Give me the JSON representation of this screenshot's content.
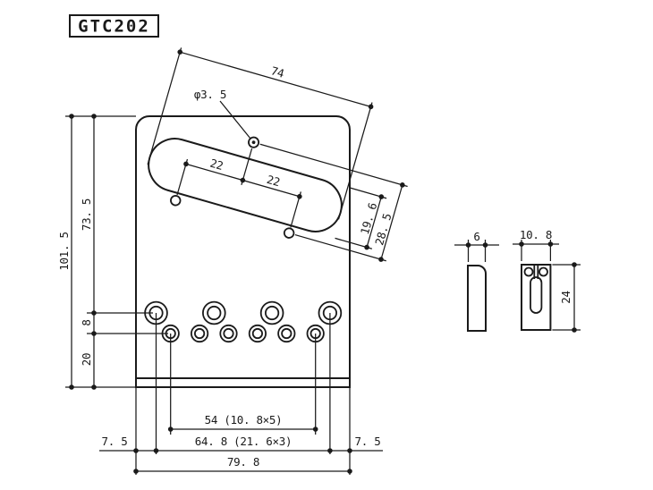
{
  "title": "GTC202",
  "colors": {
    "line": "#1a1a1a",
    "background": "#ffffff"
  },
  "plate": {
    "slot_length": "74",
    "mount_hole_dia": "φ3. 5",
    "mount_spacing_left": "22",
    "mount_spacing_right": "22",
    "slot_width": "19. 6",
    "mount_offset": "28. 5",
    "total_height": "101. 5",
    "top_to_saddle_row": "73. 5",
    "row_gap": "8",
    "row_to_bottom": "20",
    "left_margin": "7. 5",
    "string_hole_span": "54 (10. 8×5)",
    "saddle_hole_span": "64. 8 (21. 6×3)",
    "right_margin": "7. 5",
    "total_width": "79. 8"
  },
  "saddle_side": {
    "thickness": "6"
  },
  "saddle_front": {
    "width": "10. 8",
    "height": "24"
  }
}
